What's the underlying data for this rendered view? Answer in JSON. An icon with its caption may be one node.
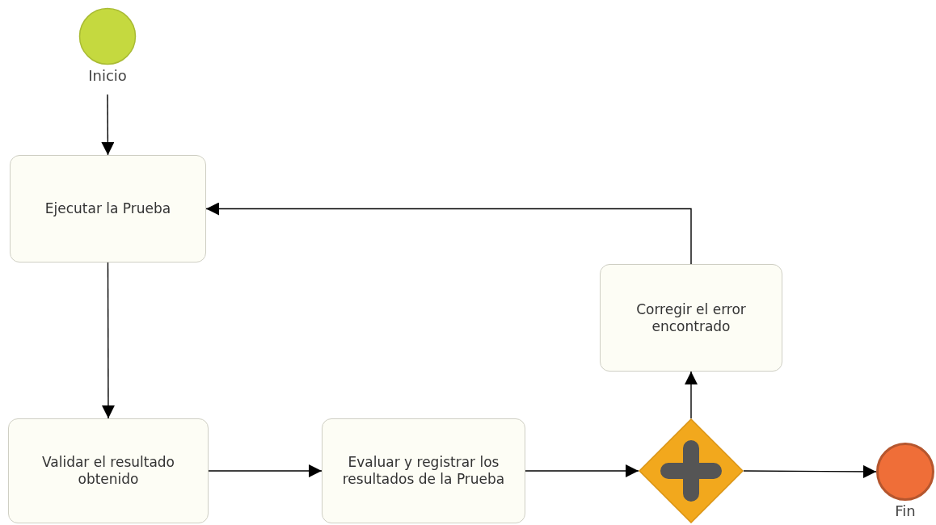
{
  "diagram": {
    "nodes": [
      {
        "text": [
          "Inicio"
        ]
      },
      {
        "text": [
          "Ejecutar la Prueba"
        ]
      },
      {
        "text": [
          "Validar el resultado obtenido"
        ]
      },
      {
        "text": [
          "Evaluar y registrar los resultados de la Prueba"
        ]
      },
      {
        "text": [],
        "shape": "diamond"
      },
      {
        "text": [
          "Corregir el error encontrado"
        ]
      },
      {
        "text": [
          "Fin"
        ]
      }
    ],
    "edges": [
      {
        "from": 0,
        "to": 1,
        "arrow": "to"
      },
      {
        "from": 1,
        "to": 2,
        "arrow": "to"
      },
      {
        "from": 2,
        "to": 3,
        "arrow": "to"
      },
      {
        "from": 3,
        "to": 4,
        "arrow": "to"
      },
      {
        "from": 4,
        "to": 5,
        "arrow": "to"
      },
      {
        "from": 4,
        "to": 6,
        "arrow": "to"
      },
      {
        "from": 5,
        "to": 1,
        "arrow": "to"
      }
    ]
  }
}
